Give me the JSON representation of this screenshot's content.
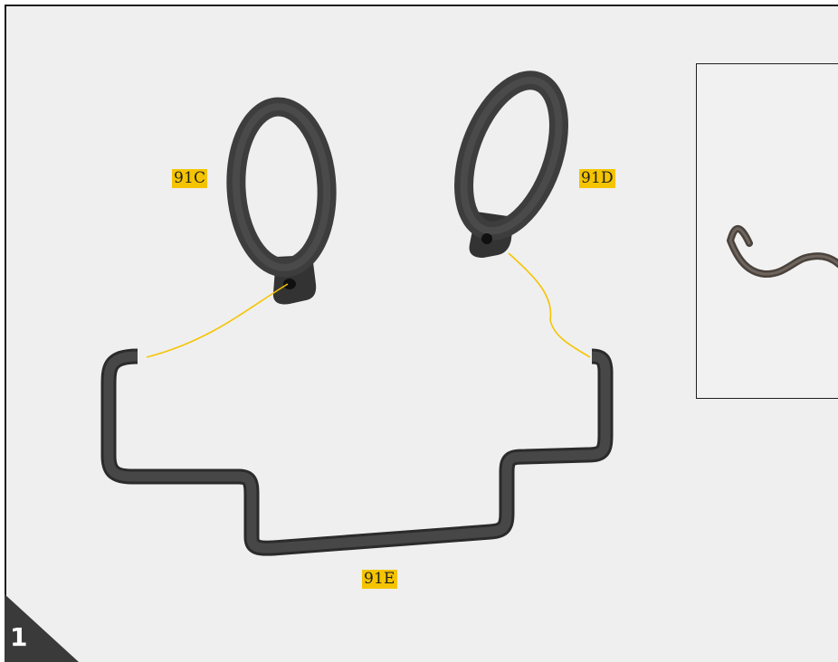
{
  "step": {
    "number": "1"
  },
  "parts": {
    "left_ring_label": "91C",
    "right_ring_label": "91D",
    "bracket_label": "91E"
  },
  "colors": {
    "label_background": "#f5c400",
    "connector_line": "#f5c400",
    "part_color": "#3d3d3d",
    "background": "#efefef",
    "step_badge": "#3a3a3a"
  },
  "icons": {
    "left_ring": "ring-loop-part",
    "right_ring": "ring-loop-part",
    "bracket": "bent-wire-bracket",
    "inset_detail": "s-hook-wire"
  }
}
